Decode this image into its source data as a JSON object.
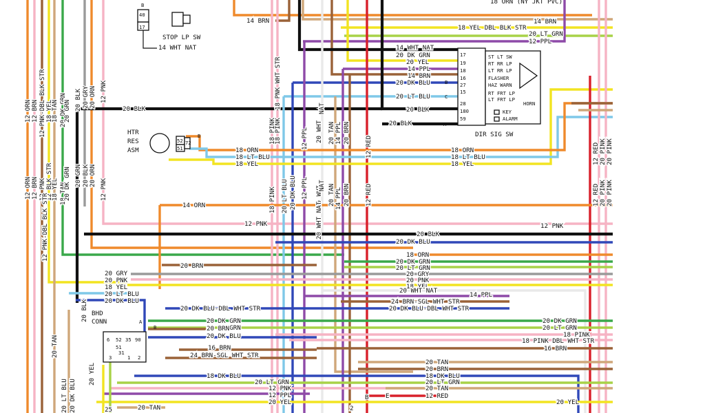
{
  "colors": {
    "orn": "#ef8a2c",
    "ltblu": "#7fc8e8",
    "dkblu": "#3048b8",
    "blk": "#111111",
    "yel": "#f2e421",
    "pnk": "#f6b3c4",
    "ppl": "#8e4aa8",
    "grn": "#3aa84a",
    "ltgrn": "#a8d248",
    "tan": "#cfa77a",
    "brn": "#9a6238",
    "red": "#d8202a",
    "gry": "#9a9a9a",
    "wht": "#e9e9e9"
  },
  "components": {
    "stop_lp_sw": {
      "label": "STOP LP SW",
      "pin_b": "B",
      "pin_40": "40",
      "pin_17": "17"
    },
    "dir_sig_sw": {
      "label": "DIR SIG SW",
      "pins": [
        "17",
        "19",
        "18",
        "16",
        "27",
        "15",
        "28",
        "180",
        "59"
      ],
      "functions": [
        "ST LT SW",
        "RT RR LP",
        "LT RR LP",
        "FLASHER",
        "HAZ WARN",
        "RT FRT LP",
        "LT FRT LP",
        "HORN"
      ],
      "key_label": "KEY",
      "alarm_label": "ALARM",
      "a_label": "A",
      "b_label": "B",
      "c_label": "C"
    },
    "htr_res": {
      "line1": "HTR",
      "line2": "RES",
      "line3": "ASM",
      "pins": [
        "52",
        "51",
        "72"
      ],
      "b_label": "B"
    },
    "bhd_conn": {
      "line1": "BHD",
      "line2": "CONN",
      "pins": [
        "6",
        "52",
        "35",
        "90",
        "51",
        "31",
        "3",
        "1",
        "2"
      ],
      "a_label": "A",
      "b_label": "B"
    }
  },
  "labels": {
    "top_orn_nyl": "18 ORN (NY JKT PVC)",
    "brn14_top": "14 BRN",
    "brn14_top_right": "14 BRN",
    "yel_dbl_blk": "18 YEL DBL BLK STR",
    "ltgrn_top": "20 LT GRN",
    "ppl_top": "12 PPL",
    "wht_nat_top": "14 WHT NAT",
    "wht_nat_conn": "14 WHT NAT",
    "dkgrn_top": "20 DK GRN",
    "yel_top": "20 YEL",
    "ppl14_top": "14 PPL",
    "brn14_mid": "14 BRN",
    "dkblu_top": "20 DK BLU",
    "ltblu_top": "20 LT BLU",
    "blk_top": "20 BLK",
    "blk_dir": "20 BLK",
    "blk_left": "20 BLK",
    "orn_htr_l": "18 ORN",
    "ltblu_htr_l": "18 LT BLU",
    "yel_htr_l": "18 YEL",
    "orn_htr_r": "18 ORN",
    "ltblu_htr_r": "18 LT BLU",
    "yel_htr_r": "18 YEL",
    "orn14": "14 ORN",
    "pnk12_l": "12 PNK",
    "pnk12_r": "12 PNK",
    "blk_mid": "20 BLK",
    "dkblu_mid": "20 DK BLU",
    "brn20": "20 BRN",
    "gry_l": "20 GRY",
    "pnk_l": "20 PNK",
    "yel_l": "18 YEL",
    "ltblu_l": "20 LT BLU",
    "dkblu_l": "20 DK BLU",
    "orn_m": "18 ORN",
    "dkgrn_m": "20 DK GRN",
    "ltgrn_m": "20 LT GRN",
    "gry_m": "20 GRY",
    "pnk_m": "20 PNK",
    "yel_m": "18 YEL",
    "wht_nat_m": "20 WHT NAT",
    "ppl_m": "14 PPL",
    "brn_sgl_m": "24 BRN-SGL WHT STR",
    "dkblu_dbl_m": "20 DK BLU-DBL WHT STR",
    "dkblu_dbl_l": "20 DK BLU-DBL WHT STR",
    "dkgrn_l2": "20 DK GRN",
    "ltgrn_l2": "20 LT GRN",
    "dkgrn_r2": "20 DK GRN",
    "ltgrn_r2": "20 LT GRN",
    "pink18_r": "18 PINK",
    "pink_dbl_r": "18 PINK DBL WHT STR",
    "brn16_r": "16 BRN",
    "brn_l2": "20 BRN",
    "dkblu_l2": "20 DK BLU",
    "brn16_l": "16 BRN",
    "brn_sgl_l": "24 BRN-SGL WHT STR",
    "tan_b": "20 TAN",
    "brn_b": "20 BRN",
    "dkblu18_b": "18 DK BLU",
    "ltgrn_b": "20 LT GRN",
    "ltgrn_b2": "20 LT GRN",
    "dkblu18_b2": "18 DK BLU",
    "pnk_b": "12 PNK",
    "tan_b2": "20 TAN",
    "ppl_b": "12 PPL",
    "red_b": "12 RED",
    "yel_b": "20 YEL",
    "yel_b2": "20 YEL",
    "tan_b3": "20 TAN",
    "e_lbl": "E",
    "b_lbl": "B",
    "num2": "2",
    "num25": "25"
  },
  "vertical_labels": {
    "left_a": [
      "12 ORN",
      "12 BRN",
      "12 PNK-DBL BLK STR",
      "18 YEL",
      "18 TAN",
      "20 DK GRN",
      "20 GRN",
      "20 BLK",
      "20 GRY",
      "20 ORN",
      "12 PNK"
    ],
    "left_b": [
      "12 ORN",
      "12 BRN",
      "12 PNK",
      "12 BLK STR",
      "18 YEL",
      "18 TAN",
      "20 DK GRN",
      "20 GRN",
      "20 BLK",
      "20 ORN",
      "12 PNK"
    ],
    "left_c": [
      "12 PNK-DBL BLK STR"
    ],
    "left_d": [
      "20 TAN",
      "20 BLK",
      "20 YEL",
      "20 LT BLU",
      "20 DK BLU"
    ],
    "mid_a": [
      "18 PINK",
      "18 PINK",
      "12 PPL",
      "20 WHT",
      "NAT",
      "20 TAN",
      "14 PPL",
      "20 BRN",
      "12 RED"
    ],
    "mid_b": [
      "18 PINK",
      "20 LT BLU",
      "20 DK BLU",
      "12 PPL",
      "20 WHT",
      "NAT",
      "20 TAN",
      "14 PPL",
      "20 BRN",
      "12 RED"
    ],
    "mid_c": [
      "20 WHT NAT"
    ],
    "right_a": [
      "12 RED",
      "20 PINK",
      "20 PINK"
    ],
    "right_b": [
      "12 RED",
      "20 PINK",
      "20 PINK"
    ],
    "pink_upper": [
      "18 PNK WHT STR"
    ]
  }
}
